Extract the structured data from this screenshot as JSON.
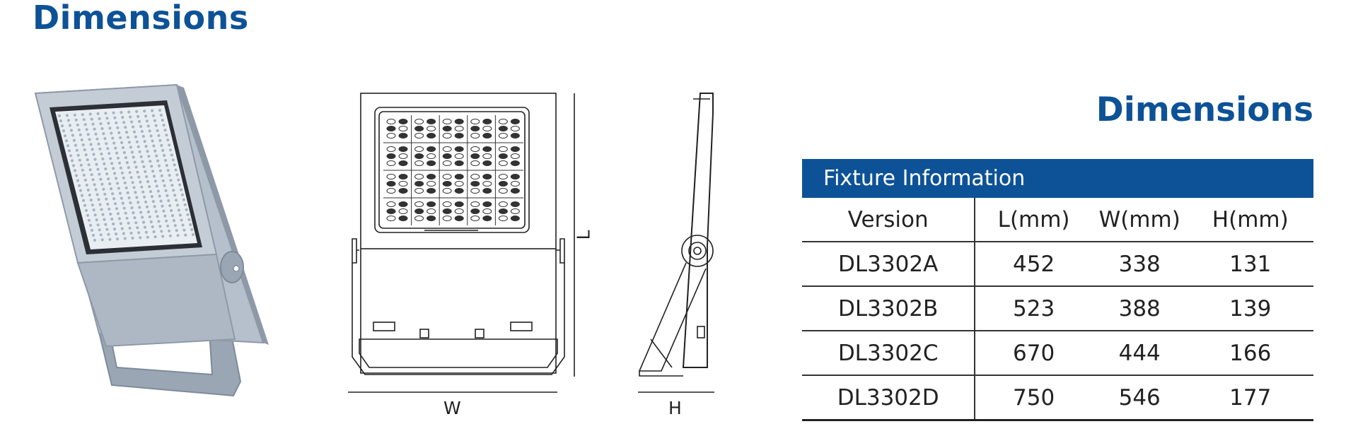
{
  "page_title": "Dimensions",
  "section_title": "Dimensions",
  "drawing_labels": {
    "width": "W",
    "height": "H",
    "length": "L"
  },
  "table": {
    "caption": "Fixture Information",
    "headers": [
      "Version",
      "L(mm)",
      "W(mm)",
      "H(mm)"
    ],
    "rows": [
      [
        "DL3302A",
        "452",
        "338",
        "131"
      ],
      [
        "DL3302B",
        "523",
        "388",
        "139"
      ],
      [
        "DL3302C",
        "670",
        "444",
        "166"
      ],
      [
        "DL3302D",
        "750",
        "546",
        "177"
      ]
    ]
  },
  "colors": {
    "accent": "#0d5297",
    "fixture_body": "#a9b4c1",
    "line": "#222222"
  }
}
